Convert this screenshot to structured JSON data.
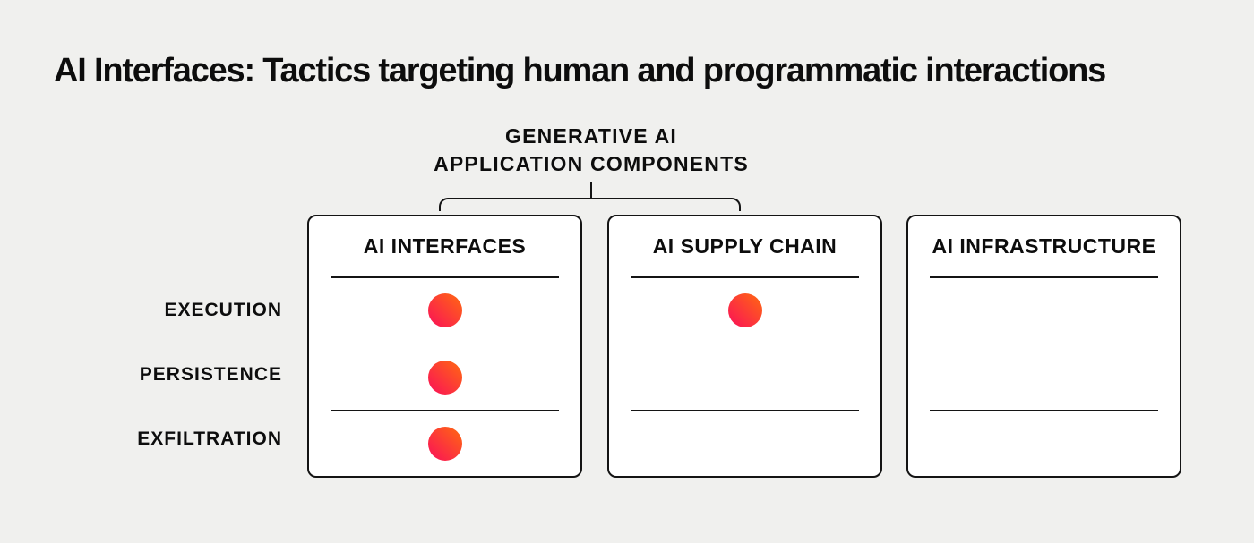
{
  "page": {
    "title": "AI Interfaces: Tactics targeting human and programmatic interactions"
  },
  "header": {
    "line1": "GENERATIVE AI",
    "line2": "APPLICATION COMPONENTS"
  },
  "tactics": [
    "EXECUTION",
    "PERSISTENCE",
    "EXFILTRATION"
  ],
  "components": [
    {
      "name": "AI INTERFACES",
      "dots": [
        true,
        true,
        true
      ]
    },
    {
      "name": "AI SUPPLY CHAIN",
      "dots": [
        true,
        false,
        false
      ]
    },
    {
      "name": "AI INFRASTRUCTURE",
      "dots": [
        false,
        false,
        false
      ]
    }
  ],
  "colors": {
    "background": "#f0f0ee",
    "box_fill": "#ffffff",
    "line": "#141414",
    "text": "#0d0d0d",
    "dot_gradient_top_right": "#ff6a10",
    "dot_gradient_bottom_left": "#fa0f5a"
  }
}
